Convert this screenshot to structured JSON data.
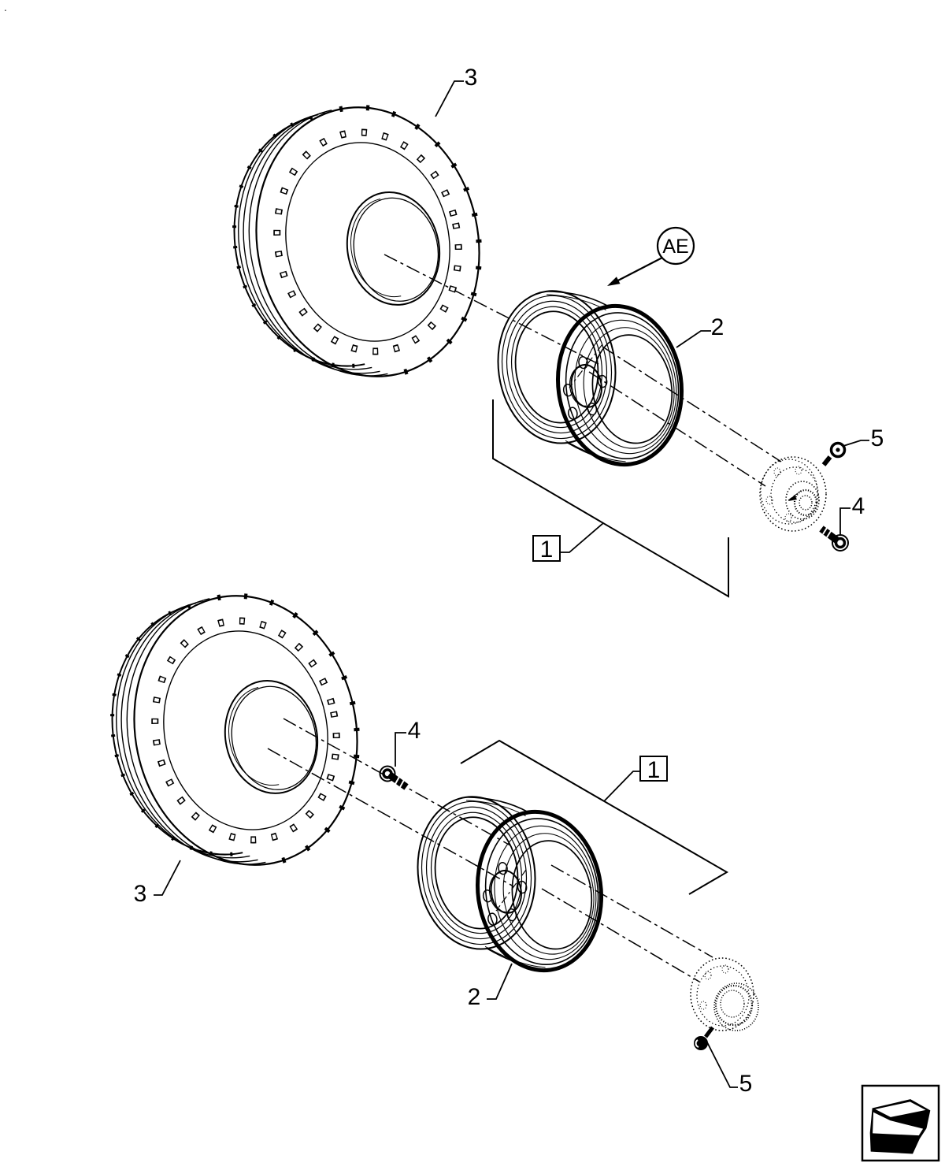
{
  "page": {
    "corner_mark": "."
  },
  "colors": {
    "ink": "#000000",
    "paper": "#ffffff"
  },
  "diagram": {
    "detail_callout": {
      "label": "AE"
    },
    "assemblies": [
      {
        "name": "upper-front-wheel",
        "bracket_ref": "1",
        "rim_ref": "2",
        "tire_ref": "3",
        "bolt_ref": "4",
        "valve_ref": "5"
      },
      {
        "name": "lower-front-wheel",
        "bracket_ref": "1",
        "rim_ref": "2",
        "tire_ref": "3",
        "bolt_ref": "4",
        "valve_ref": "5"
      }
    ]
  },
  "icons": {
    "page_arrow": "page-turn-arrow"
  }
}
